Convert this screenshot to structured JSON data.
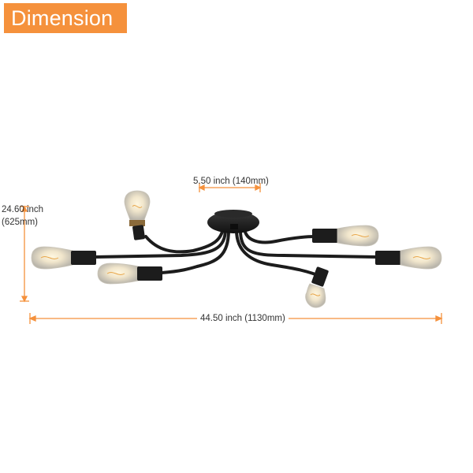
{
  "header": {
    "badge_label": "Dimension"
  },
  "dimensions": {
    "top_width": "5.50 inch (140mm)",
    "height_inch": "24.60 inch",
    "height_mm": "(625mm)",
    "overall_width": "44.50 inch (1130mm)"
  },
  "colors": {
    "accent": "#f5913c",
    "fixture": "#1c1c1c",
    "text": "#333333"
  }
}
